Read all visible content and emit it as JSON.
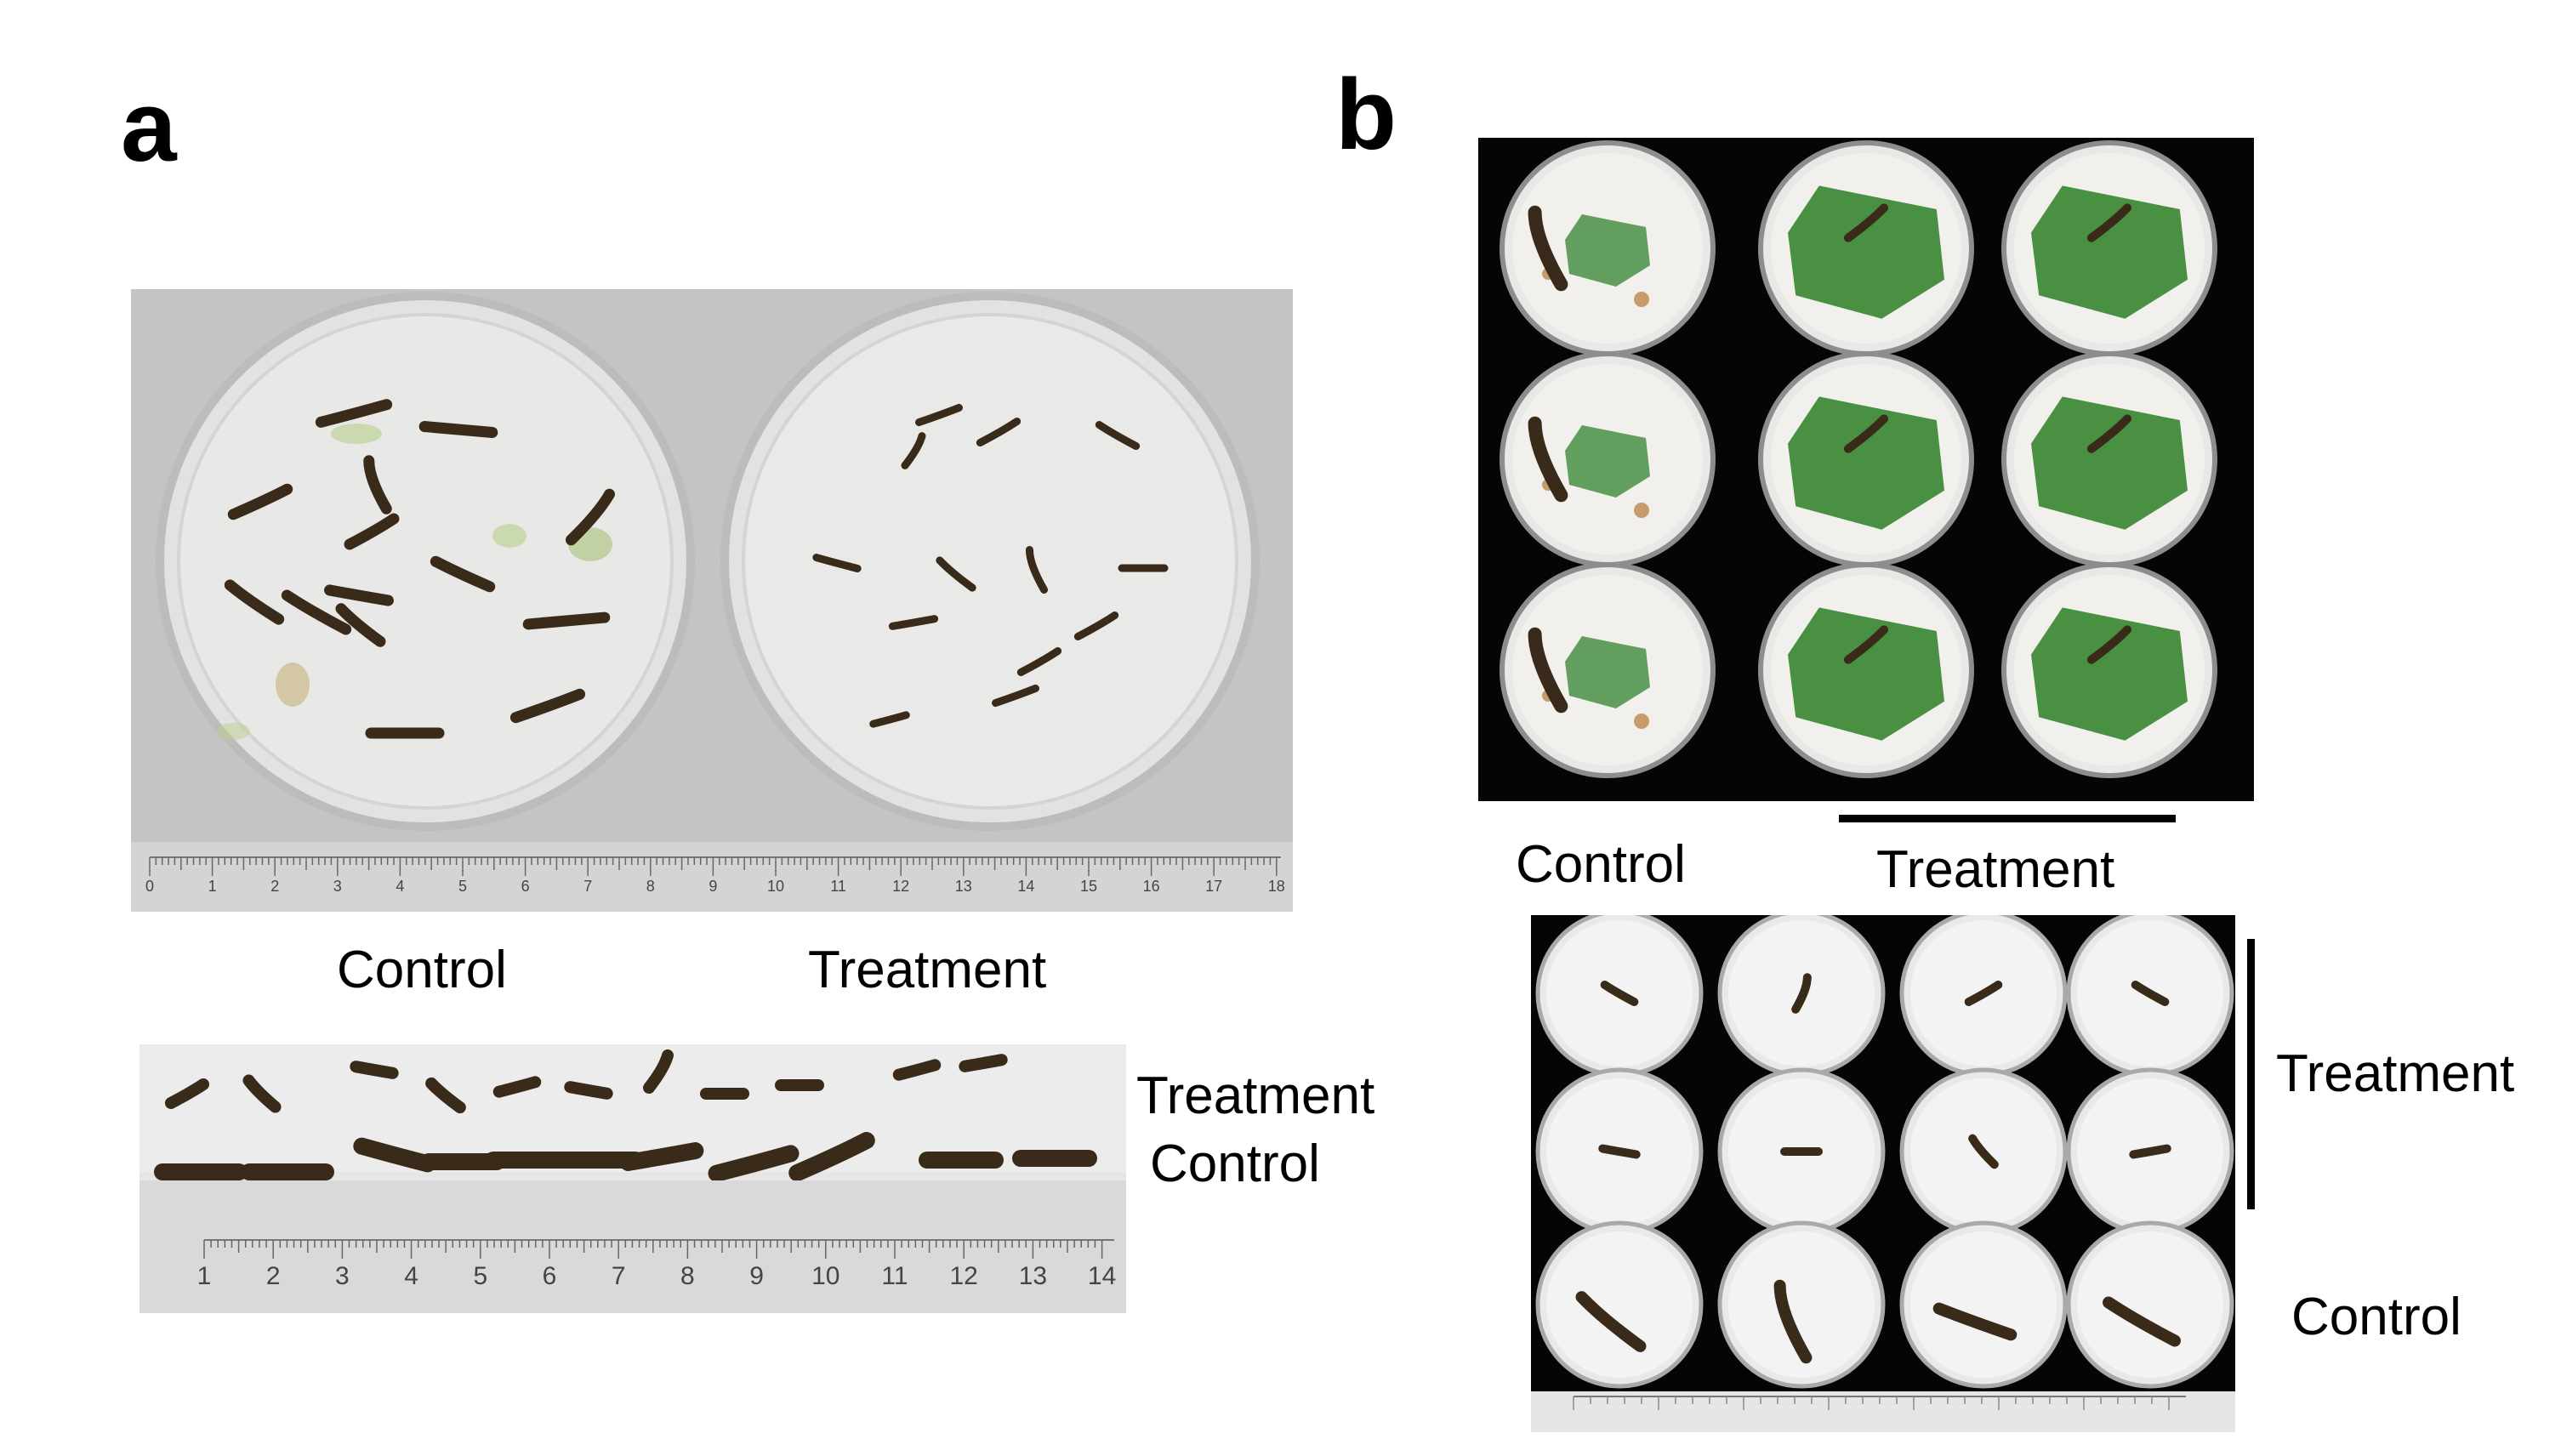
{
  "panel_a": {
    "letter": "a",
    "dish_labels": {
      "left": "Control",
      "right": "Treatment"
    },
    "row_labels": {
      "top": "Treatment",
      "bottom": "Control"
    },
    "ruler1_ticks": [
      "0",
      "1",
      "2",
      "3",
      "4",
      "5",
      "6",
      "7",
      "8",
      "9",
      "10",
      "11",
      "12",
      "13",
      "14",
      "15",
      "16",
      "17",
      "18"
    ],
    "ruler2_ticks": [
      "1",
      "2",
      "3",
      "4",
      "5",
      "6",
      "7",
      "8",
      "9",
      "10",
      "11",
      "12",
      "13",
      "14"
    ]
  },
  "panel_b": {
    "letter": "b",
    "col_labels": {
      "control": "Control",
      "treatment": "Treatment"
    },
    "row_labels": {
      "treatment": "Treatment",
      "control": "Control"
    }
  },
  "colors": {
    "larva": "#3a2a1a",
    "leaf": "#3f8a3a",
    "dish_bg": "#ececec",
    "photo_bg_gray": "#bdbdbd",
    "photo_bg_black": "#050505"
  }
}
